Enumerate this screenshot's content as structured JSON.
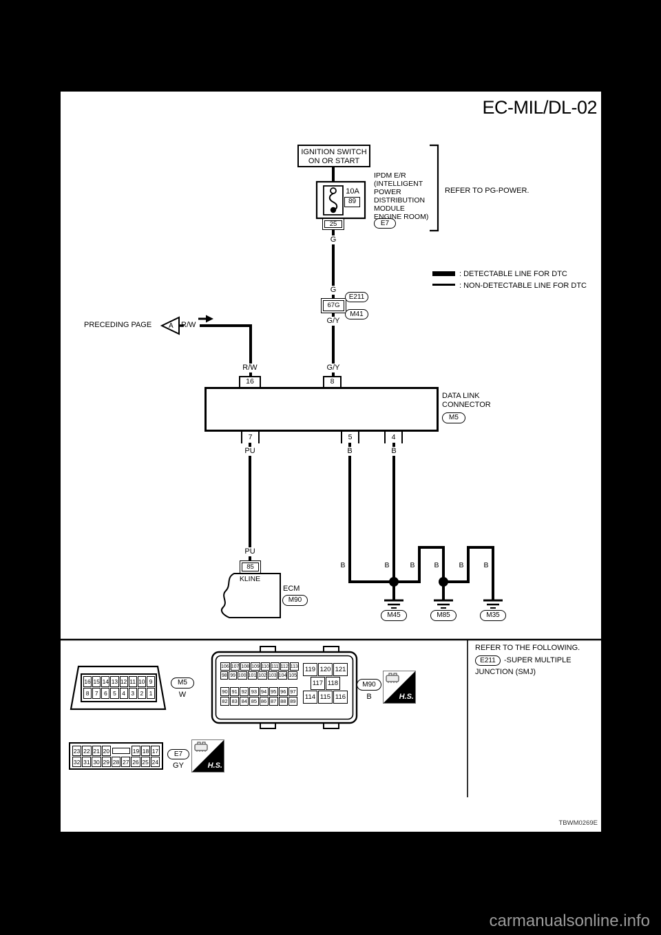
{
  "title": "EC-MIL/DL-02",
  "figure_code": "TBWM0269E",
  "watermark": "carmanualsonline.info",
  "colors": {
    "line": "#000000",
    "paper": "#ffffff",
    "page_bg": "#000000",
    "watermark": "#9c9c9c"
  },
  "legend": {
    "detectable": ": DETECTABLE LINE FOR DTC",
    "non_detectable": ": NON-DETECTABLE LINE FOR DTC"
  },
  "power": {
    "ignition_line1": "IGNITION SWITCH",
    "ignition_line2": "ON OR START",
    "fuse_rating": "10A",
    "fuse_number": "89",
    "fuse_pin": "25",
    "ipdm_lines": [
      "IPDM E/R",
      "(INTELLIGENT",
      "POWER",
      "DISTRIBUTION",
      "MODULE",
      "ENGINE ROOM)"
    ],
    "ipdm_connector": "E7",
    "refer_note": "REFER TO PG-POWER."
  },
  "smj": {
    "pin": "67G",
    "upper_connector": "E211",
    "lower_connector": "M41"
  },
  "preceding_page": {
    "label": "PRECEDING PAGE",
    "arrow_letter": "A"
  },
  "wire_labels": {
    "g_upper": "G",
    "g_lower": "G",
    "gy_upper": "G/Y",
    "gy_lower": "G/Y",
    "rw_in": "R/W",
    "rw_drop": "R/W",
    "pu_upper": "PU",
    "pu_lower": "PU",
    "b": "B"
  },
  "dlc": {
    "name_line1": "DATA LINK",
    "name_line2": "CONNECTOR",
    "connector": "M5",
    "pin_16": "16",
    "pin_8": "8",
    "pin_7": "7",
    "pin_5": "5",
    "pin_4": "4"
  },
  "ecm": {
    "pin": "85",
    "pin_name": "KLINE",
    "name": "ECM",
    "connector": "M90"
  },
  "grounds": [
    "M45",
    "M85",
    "M35"
  ],
  "footer": {
    "refer_line1": "REFER TO THE FOLLOWING.",
    "refer_connector": "E211",
    "refer_line2": "-SUPER MULTIPLE",
    "refer_line3": "JUNCTION (SMJ)",
    "hs_label": "H.S.",
    "m5_view": {
      "label": "M5",
      "color_code": "W",
      "row1": [
        "16",
        "15",
        "14",
        "13",
        "12",
        "11",
        "10",
        "9"
      ],
      "row2": [
        "8",
        "7",
        "6",
        "5",
        "4",
        "3",
        "2",
        "1"
      ]
    },
    "m90_view": {
      "label": "M90",
      "color_code": "B",
      "grid_a_row1": [
        "106",
        "107",
        "108",
        "109",
        "110",
        "111",
        "112",
        "113"
      ],
      "grid_a_row2": [
        "98",
        "99",
        "100",
        "101",
        "102",
        "103",
        "104",
        "105"
      ],
      "grid_b_row1": [
        "90",
        "91",
        "92",
        "93",
        "94",
        "95",
        "96",
        "97"
      ],
      "grid_b_row2": [
        "82",
        "83",
        "84",
        "85",
        "86",
        "87",
        "88",
        "89"
      ],
      "right_row1": [
        "119",
        "120",
        "121"
      ],
      "right_row2": [
        "117",
        "118"
      ],
      "right_row3": [
        "114",
        "115",
        "116"
      ]
    },
    "e7_view": {
      "label": "E7",
      "color_code": "GY",
      "row1_left": [
        "23",
        "22",
        "21",
        "20"
      ],
      "row1_right": [
        "19",
        "18",
        "17"
      ],
      "row2": [
        "32",
        "31",
        "30",
        "29",
        "28",
        "27",
        "26",
        "25",
        "24"
      ]
    }
  }
}
